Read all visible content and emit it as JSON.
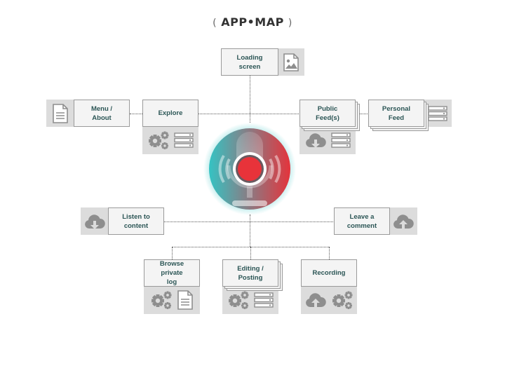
{
  "title": {
    "left_mark": "(",
    "text": "APP•MAP",
    "right_mark": ")"
  },
  "nodes": {
    "loading": [
      "Loading",
      "screen"
    ],
    "menu": [
      "Menu /",
      "About"
    ],
    "explore": [
      "Explore"
    ],
    "public_feed": [
      "Public",
      "Feed(s)"
    ],
    "personal_feed": [
      "Personal",
      "Feed"
    ],
    "listen": [
      "Listen to",
      "content"
    ],
    "leave_comment": [
      "Leave a",
      "comment"
    ],
    "browse_log": [
      "Browse private",
      "log"
    ],
    "editing": [
      "Editing /",
      "Posting"
    ],
    "recording": [
      "Recording"
    ]
  },
  "icons": {
    "loading": [
      "image-icon"
    ],
    "menu": [
      "document-icon"
    ],
    "explore": [
      "gears-icon",
      "list-icon"
    ],
    "public_feed": [
      "cloud-download-icon",
      "list-icon"
    ],
    "personal_feed": [
      "list-icon"
    ],
    "listen": [
      "cloud-download-icon"
    ],
    "leave_comment": [
      "cloud-upload-icon"
    ],
    "browse_log": [
      "gears-icon",
      "document-icon"
    ],
    "editing": [
      "gears-icon",
      "list-icon"
    ],
    "recording": [
      "cloud-upload-icon",
      "gears-icon"
    ]
  },
  "colors": {
    "icon_gray": "#8e8e8e",
    "node_text": "#2b5555",
    "center_teal": "#35c3c3",
    "center_red": "#e4343c",
    "record_dot": "#e8333a"
  }
}
